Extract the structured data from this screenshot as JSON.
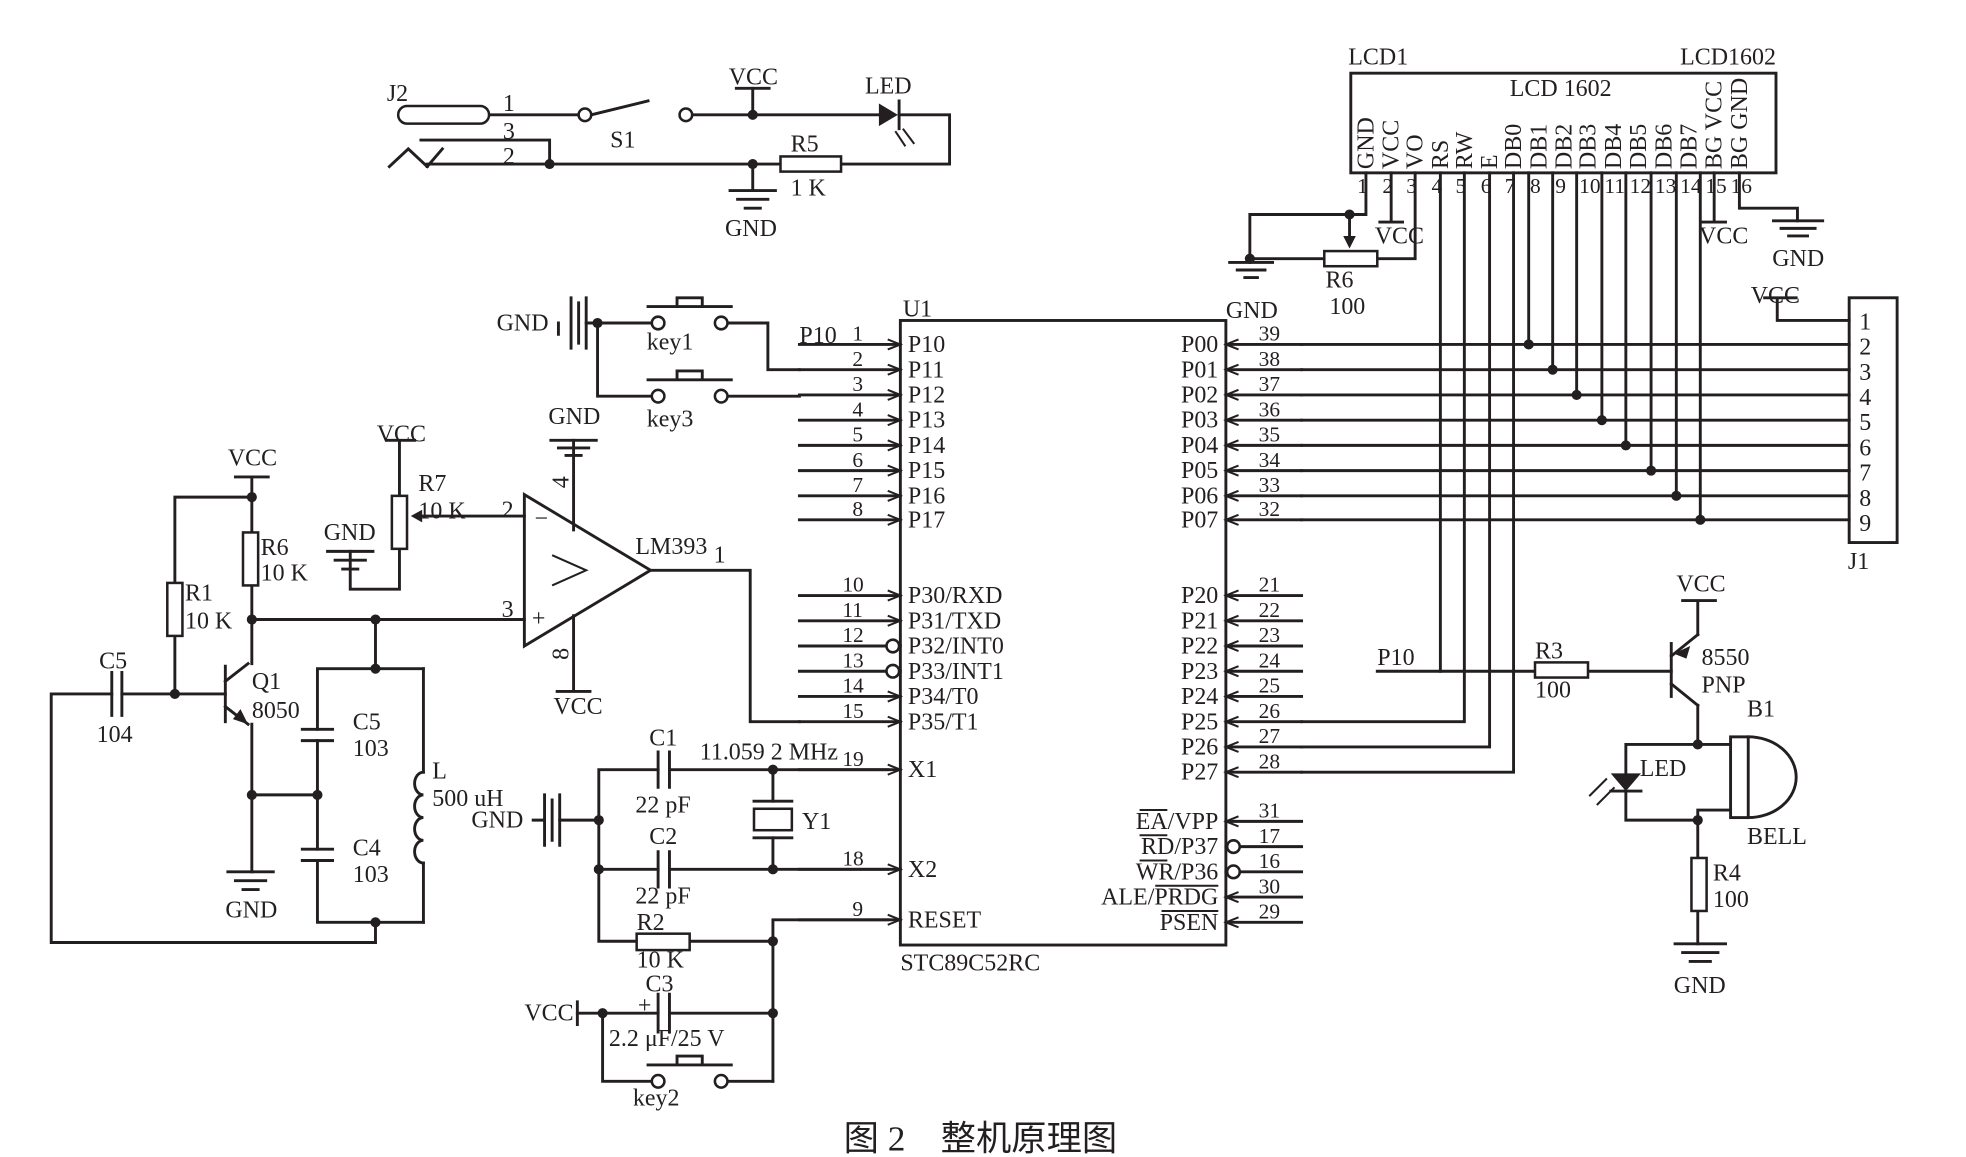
{
  "caption": "图 2　整机原理图",
  "labels": {
    "vcc": "VCC",
    "gnd": "GND",
    "led": "LED",
    "j2": "J2",
    "s1": "S1",
    "r5": "R5",
    "r5_val": "1 K",
    "lcd1": "LCD1",
    "lcd_part": "LCD1602",
    "lcd_inner": "LCD  1602",
    "r6_top": "R6",
    "r6_top_val": "100",
    "u1": "U1",
    "u1_part": "STC89C52RC",
    "key1": "key1",
    "key2": "key2",
    "key3": "key3",
    "p10_net": "P10",
    "j1": "J1",
    "r7": "R7",
    "r7_val": "10 K",
    "lm393": "LM393",
    "r6_left": "R6",
    "r6_left_val": "10 K",
    "r1": "R1",
    "r1_val": "10 K",
    "q1": "Q1",
    "q1_part": "8050",
    "c5_left": "C5",
    "c5_left_val": "104",
    "c5": "C5",
    "c5_val": "103",
    "c4": "C4",
    "c4_val": "103",
    "l": "L",
    "l_val": "500 uH",
    "c1": "C1",
    "c1_val": "22 pF",
    "c2": "C2",
    "c2_val": "22 pF",
    "crystal": "11.059 2 MHz",
    "y1": "Y1",
    "r2": "R2",
    "r2_val": "10 K",
    "c3": "C3",
    "c3_val": "2.2 μF/25 V",
    "r3": "R3",
    "r3_val": "100",
    "pnp_part": "8550",
    "pnp": "PNP",
    "b1": "B1",
    "bell": "BELL",
    "r4": "R4",
    "r4_val": "100",
    "plus": "+",
    "minus": "−"
  },
  "lcd_pins": [
    "GND",
    "VCC",
    "VO",
    "RS",
    "RW",
    "E",
    "DB0",
    "DB1",
    "DB2",
    "DB3",
    "DB4",
    "DB5",
    "DB6",
    "DB7",
    "BG VCC",
    "BG GND"
  ],
  "u1_left_pins": [
    {
      "num": "1",
      "name": "P10"
    },
    {
      "num": "2",
      "name": "P11"
    },
    {
      "num": "3",
      "name": "P12"
    },
    {
      "num": "4",
      "name": "P13"
    },
    {
      "num": "5",
      "name": "P14"
    },
    {
      "num": "6",
      "name": "P15"
    },
    {
      "num": "7",
      "name": "P16"
    },
    {
      "num": "8",
      "name": "P17"
    },
    {
      "num": "10",
      "name": "P30/RXD"
    },
    {
      "num": "11",
      "name": "P31/TXD"
    },
    {
      "num": "12",
      "name": "P32/INT0"
    },
    {
      "num": "13",
      "name": "P33/INT1"
    },
    {
      "num": "14",
      "name": "P34/T0"
    },
    {
      "num": "15",
      "name": "P35/T1"
    },
    {
      "num": "19",
      "name": "X1"
    },
    {
      "num": "18",
      "name": "X2"
    },
    {
      "num": "9",
      "name": "RESET"
    }
  ],
  "u1_right_pins": [
    {
      "num": "39",
      "name": "P00"
    },
    {
      "num": "38",
      "name": "P01"
    },
    {
      "num": "37",
      "name": "P02"
    },
    {
      "num": "36",
      "name": "P03"
    },
    {
      "num": "35",
      "name": "P04"
    },
    {
      "num": "34",
      "name": "P05"
    },
    {
      "num": "33",
      "name": "P06"
    },
    {
      "num": "32",
      "name": "P07"
    },
    {
      "num": "21",
      "name": "P20"
    },
    {
      "num": "22",
      "name": "P21"
    },
    {
      "num": "23",
      "name": "P22"
    },
    {
      "num": "24",
      "name": "P23"
    },
    {
      "num": "25",
      "name": "P24"
    },
    {
      "num": "26",
      "name": "P25"
    },
    {
      "num": "27",
      "name": "P26"
    },
    {
      "num": "28",
      "name": "P27"
    },
    {
      "num": "31",
      "name": "EA/VPP"
    },
    {
      "num": "17",
      "name": "RD/P37"
    },
    {
      "num": "16",
      "name": "WR/P36"
    },
    {
      "num": "30",
      "name": "ALE/PRDG"
    },
    {
      "num": "29",
      "name": "PSEN"
    }
  ],
  "j1_pins": [
    "1",
    "2",
    "3",
    "4",
    "5",
    "6",
    "7",
    "8",
    "9"
  ],
  "j2_pins": [
    "1",
    "3",
    "2"
  ],
  "opamp_pins": [
    "2",
    "3",
    "1",
    "4",
    "8"
  ]
}
